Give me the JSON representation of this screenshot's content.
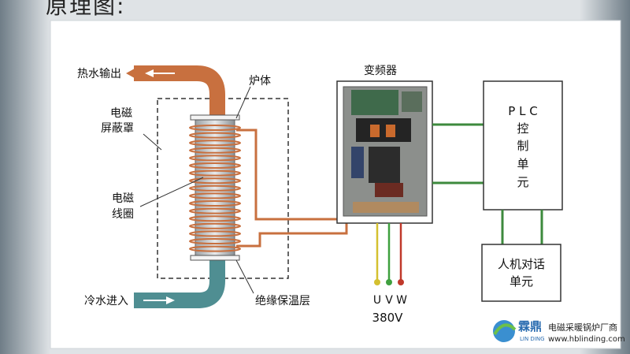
{
  "page": {
    "title": "原理图:"
  },
  "labels": {
    "hot_water_out": "热水输出",
    "em_shield": [
      "电磁",
      "屏蔽罩"
    ],
    "furnace_body": "炉体",
    "em_coil": [
      "电磁",
      "线圈"
    ],
    "cold_water_in": "冷水进入",
    "insulation": "绝缘保温层",
    "inverter": "变频器",
    "plc": [
      "P L C",
      "控",
      "制",
      "单",
      "元"
    ],
    "hmi": [
      "人机对话",
      "单元"
    ],
    "phases": [
      "U",
      "V",
      "W"
    ],
    "voltage": "380V"
  },
  "branding": {
    "logo_name": "霖鼎",
    "logo_sub": "LIN DING",
    "company": "电磁采暖锅炉厂商",
    "website": "www.hblinding.com"
  },
  "colors": {
    "pipe_hot": "#c8703f",
    "pipe_cold": "#4f8e92",
    "signal_green": "#3d8a3d",
    "wire_red": "#c0392b",
    "wire_yellow": "#d4c030",
    "wire_green": "#3fa03f"
  }
}
